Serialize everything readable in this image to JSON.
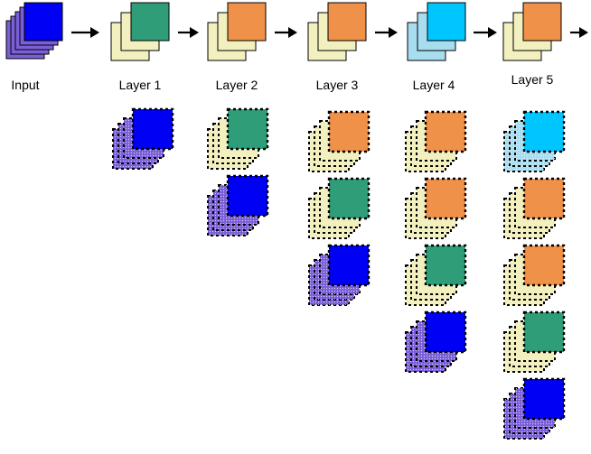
{
  "colors": {
    "blue": "#0000f5",
    "green": "#2f9e78",
    "orange": "#f0914a",
    "cyan": "#00c6ff",
    "pale": "#f2f0be",
    "pale_blue": "#a8dcef",
    "purple": "#7a5fd8",
    "arrow": "#000000"
  },
  "input": {
    "label": "Input",
    "front_color": "blue",
    "back_color": "purple"
  },
  "layers": [
    {
      "label": "Layer 1",
      "front_color": "green",
      "back_color": "pale",
      "stack": [
        "blue"
      ]
    },
    {
      "label": "Layer 2",
      "front_color": "orange",
      "back_color": "pale",
      "stack": [
        "green",
        "blue"
      ]
    },
    {
      "label": "Layer 3",
      "front_color": "orange",
      "back_color": "pale",
      "stack": [
        "orange",
        "green",
        "blue"
      ]
    },
    {
      "label": "Layer 4",
      "front_color": "cyan",
      "back_color": "pale_blue",
      "stack": [
        "orange",
        "orange",
        "green",
        "blue"
      ]
    },
    {
      "label": "Layer 5",
      "front_color": "orange",
      "back_color": "pale",
      "stack": [
        "cyan",
        "orange",
        "orange",
        "green",
        "blue"
      ]
    }
  ]
}
